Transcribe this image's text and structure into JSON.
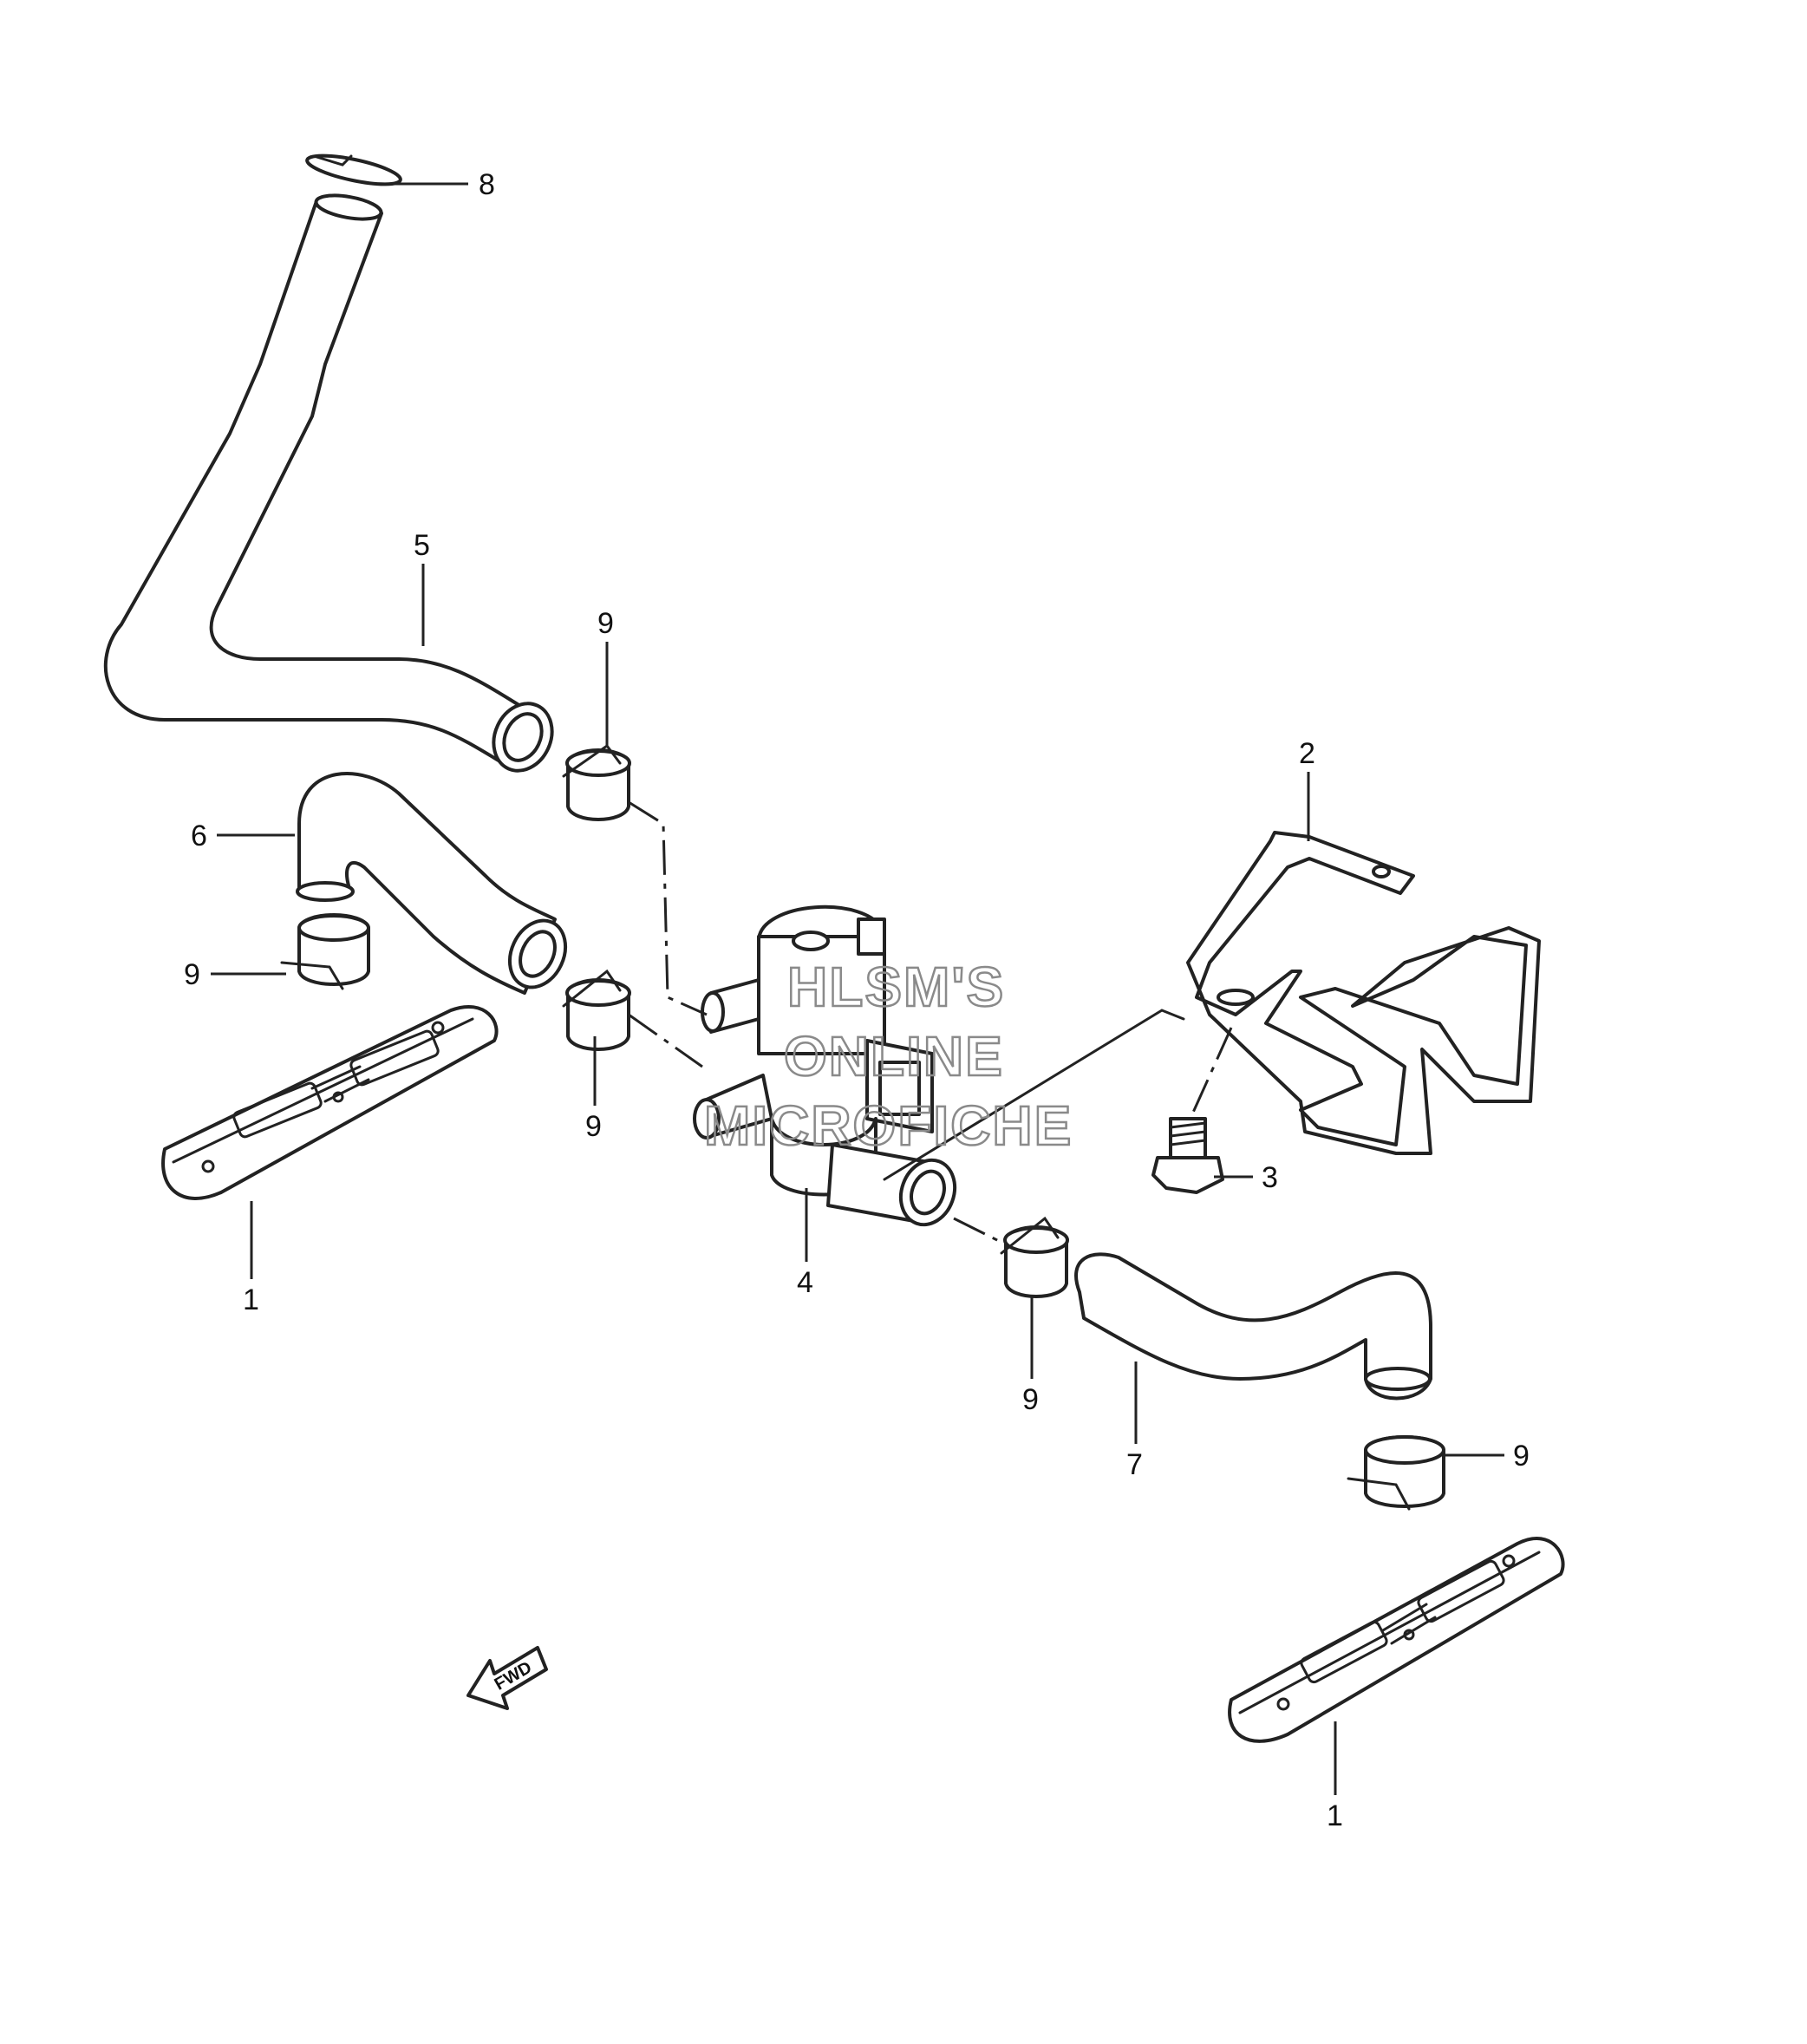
{
  "callouts": {
    "c8": "8",
    "c5": "5",
    "c9_upper_hose5": "9",
    "c2": "2",
    "c6": "6",
    "c9_left": "9",
    "c9_mid": "9",
    "c3": "3",
    "c1_left": "1",
    "c4": "4",
    "c9_lower": "9",
    "c7": "7",
    "c9_right": "9",
    "c1_right": "1"
  },
  "watermark": {
    "line1": "HLSM'S",
    "line2": "ONLINE",
    "line3": "MICROFICHE"
  },
  "direction_arrow": {
    "label": "FWD"
  }
}
